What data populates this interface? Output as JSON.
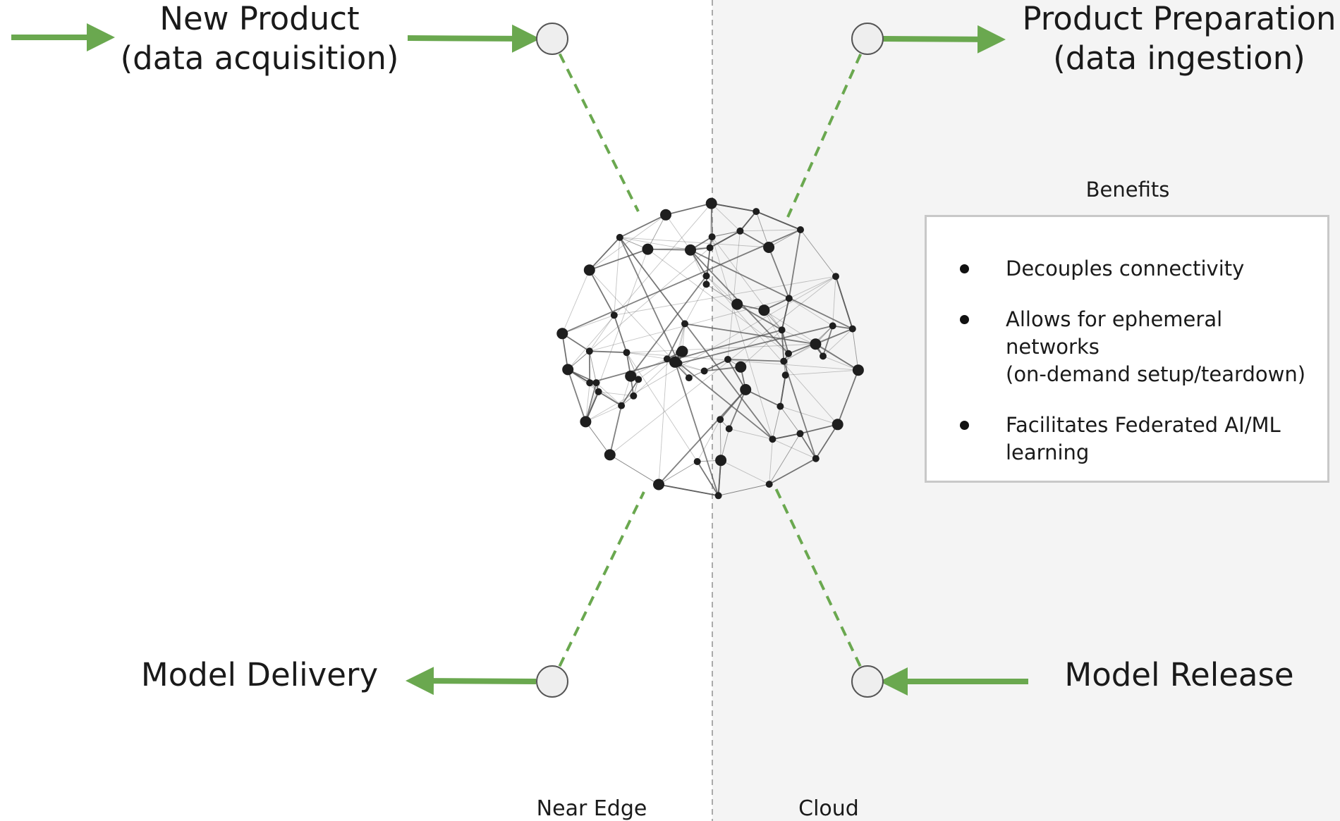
{
  "stages": {
    "new_product": [
      "New Product",
      "(data acquisition)"
    ],
    "product_preparation": [
      "Product Preparation",
      "(data ingestion)"
    ],
    "model_delivery": "Model Delivery",
    "model_release": "Model Release"
  },
  "zones": {
    "near_edge": "Near Edge",
    "cloud": "Cloud"
  },
  "benefits": {
    "title": "Benefits",
    "items": [
      {
        "lines": [
          "Decouples connectivity"
        ]
      },
      {
        "lines": [
          "Allows for ephemeral networks",
          "(on-demand setup/teardown)"
        ]
      },
      {
        "lines": [
          "Facilitates Federated AI/ML",
          "learning"
        ]
      }
    ]
  },
  "colors": {
    "arrow": "#6aa84f",
    "connector": "#6aa84f",
    "cloud_background": "#f4f4f4",
    "divider": "#aaaaaa",
    "node_fill": "#eeeeee",
    "node_stroke": "#555555",
    "network_node": "#1e1e1e",
    "network_edge": "#555555"
  },
  "icons": {
    "center_graphic": "network-mesh-icon",
    "arrow_shape": "arrow-right-icon"
  }
}
